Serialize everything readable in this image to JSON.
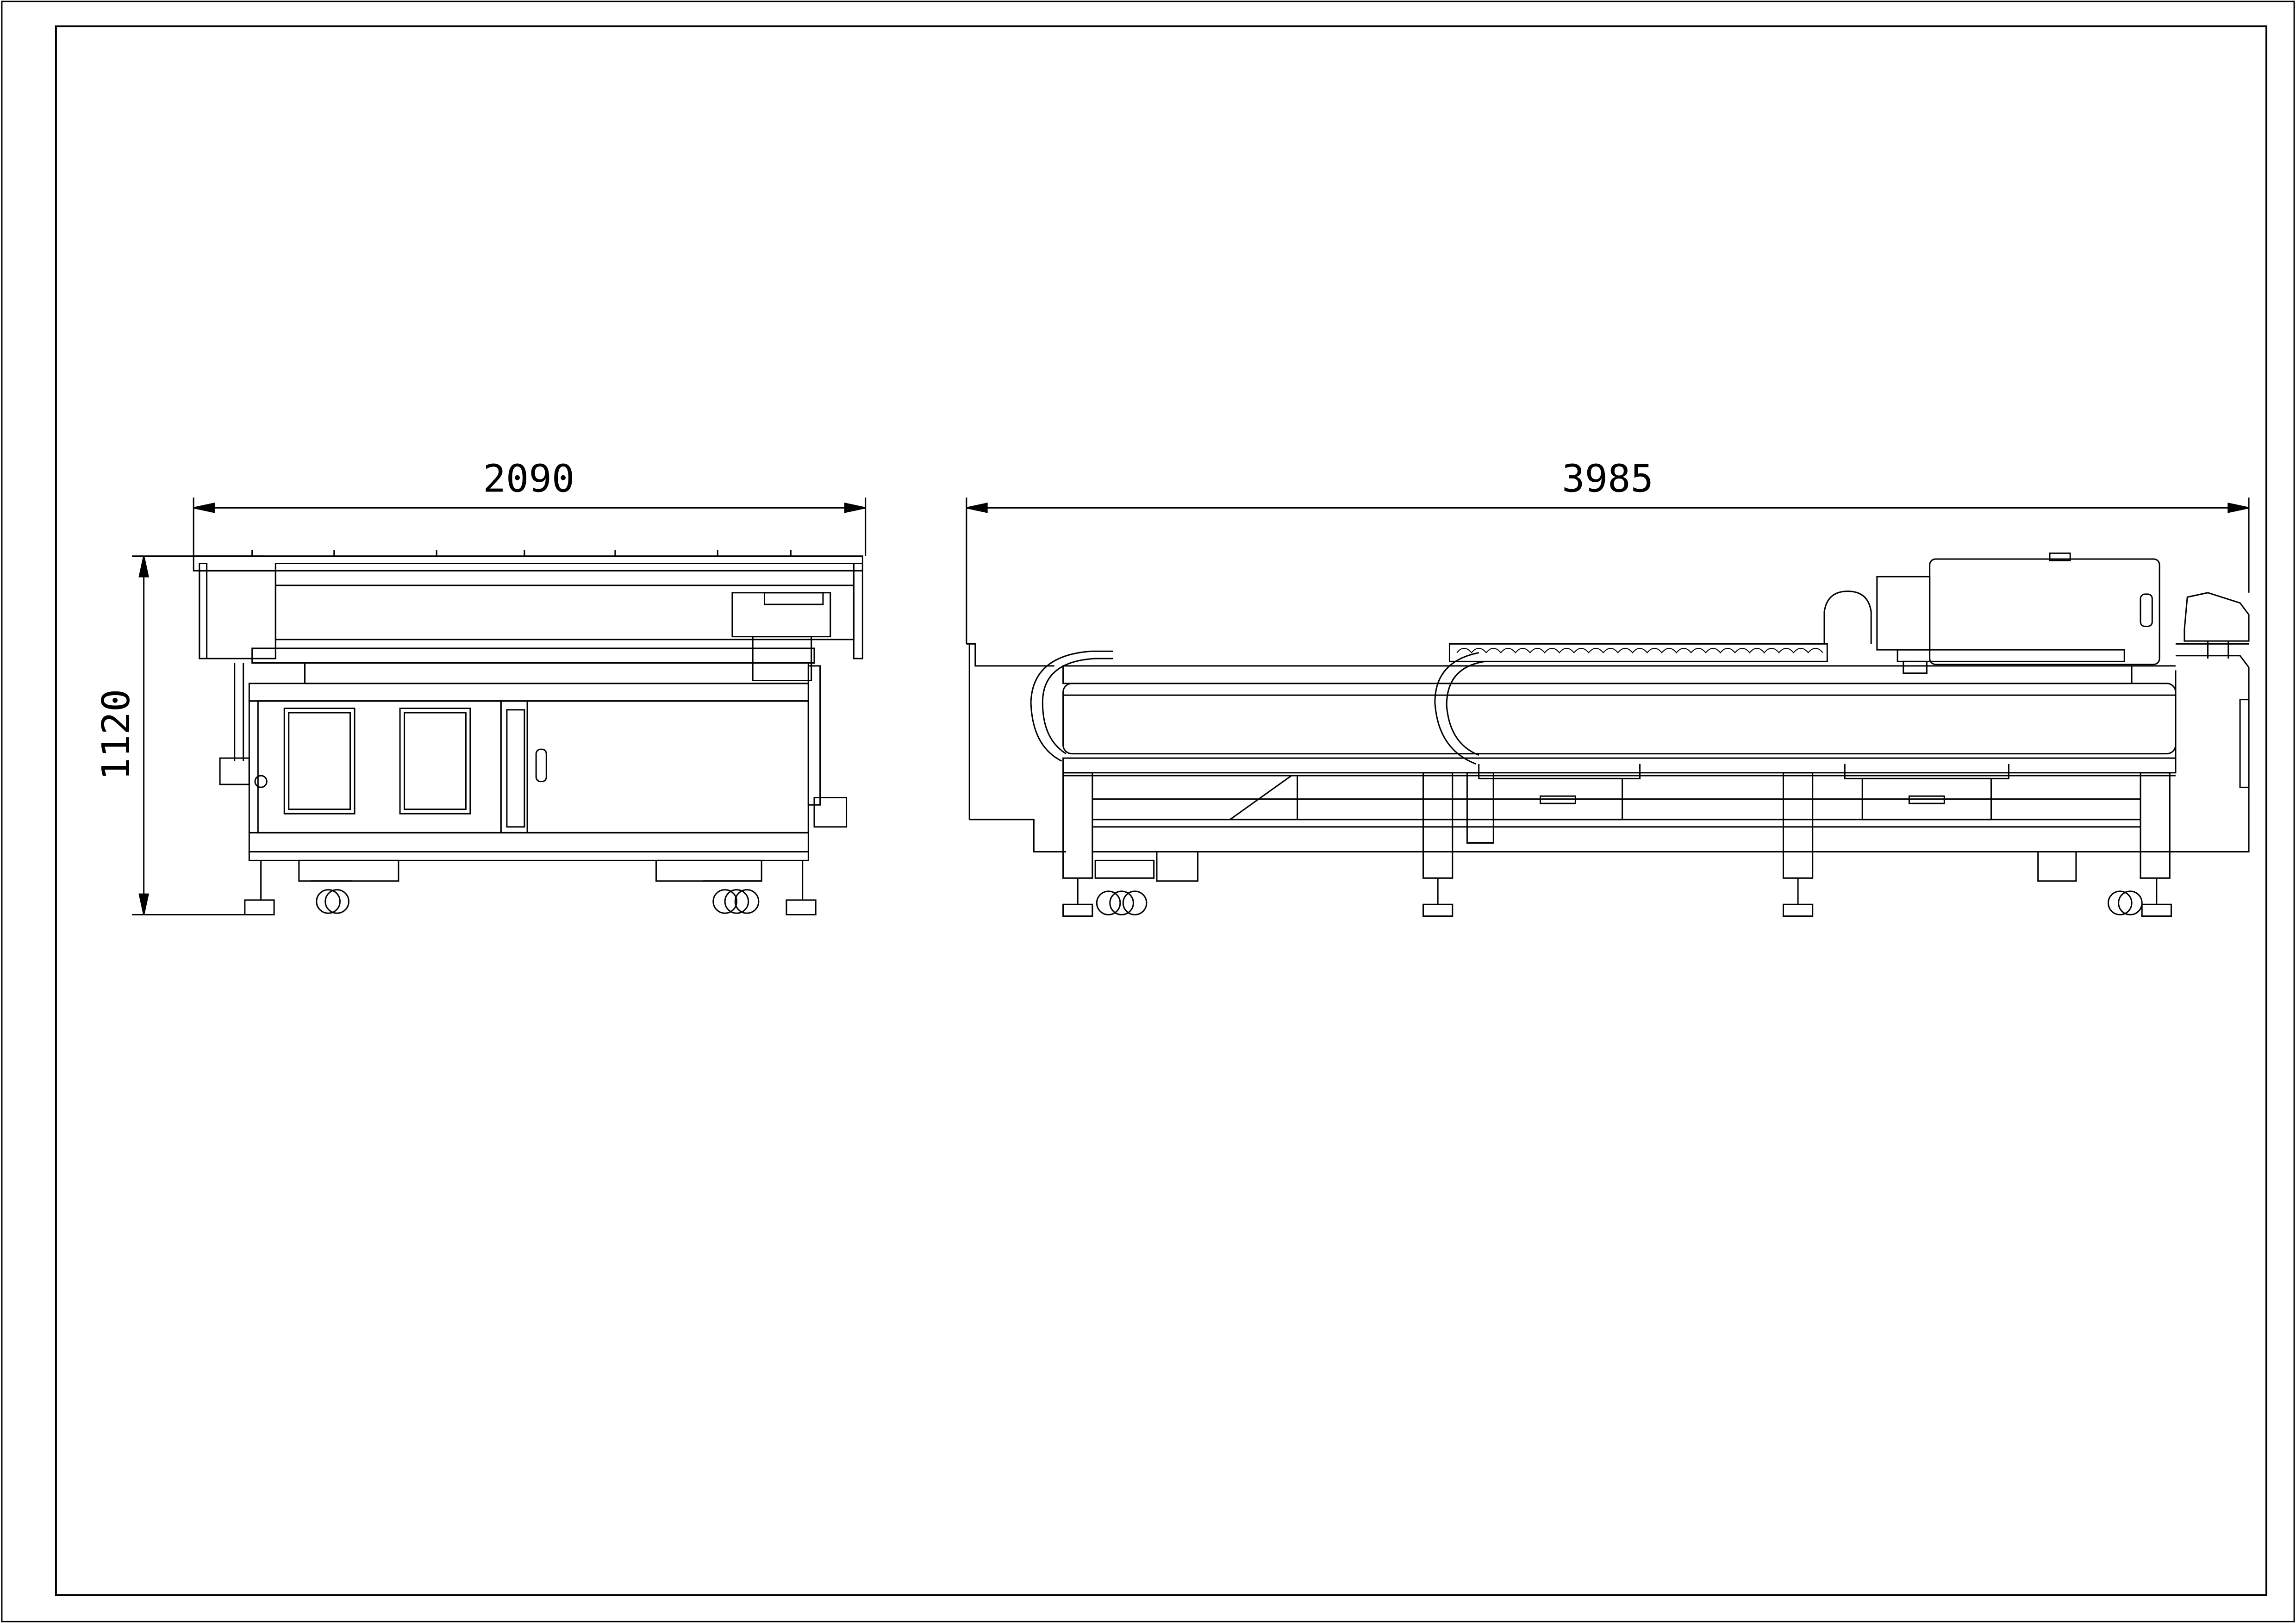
{
  "drawing": {
    "line_color": "#000000",
    "background": "#ffffff"
  },
  "dimensions": {
    "end_view_width": "2090",
    "end_view_height": "1120",
    "side_view_length": "3985"
  }
}
